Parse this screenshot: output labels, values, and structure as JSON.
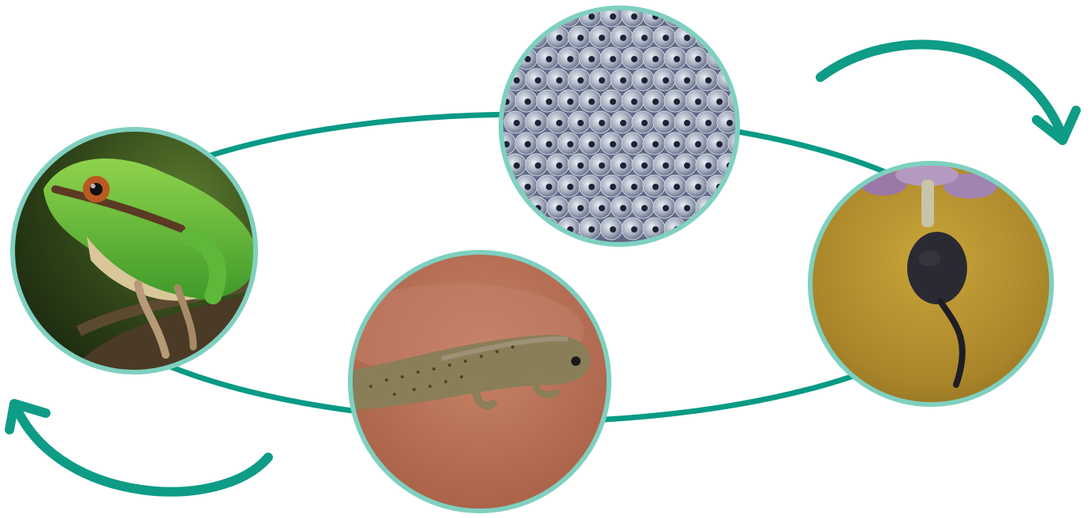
{
  "diagram": {
    "type": "life-cycle",
    "colors": {
      "ring": "#089a85",
      "arrow": "#0e9c86",
      "photo_border": "#7fd0c0",
      "background": "#ffffff"
    },
    "stages": [
      {
        "name": "frog-spawn",
        "picture": "frog-spawn-photo"
      },
      {
        "name": "tadpole",
        "picture": "tadpole-photo"
      },
      {
        "name": "froglet",
        "picture": "froglet-photo"
      },
      {
        "name": "adult-frog",
        "picture": "adult-frog-photo"
      }
    ],
    "arrows": [
      {
        "name": "cycle-arrow-top-right",
        "direction": "clockwise"
      },
      {
        "name": "cycle-arrow-bottom-left",
        "direction": "clockwise"
      }
    ]
  }
}
